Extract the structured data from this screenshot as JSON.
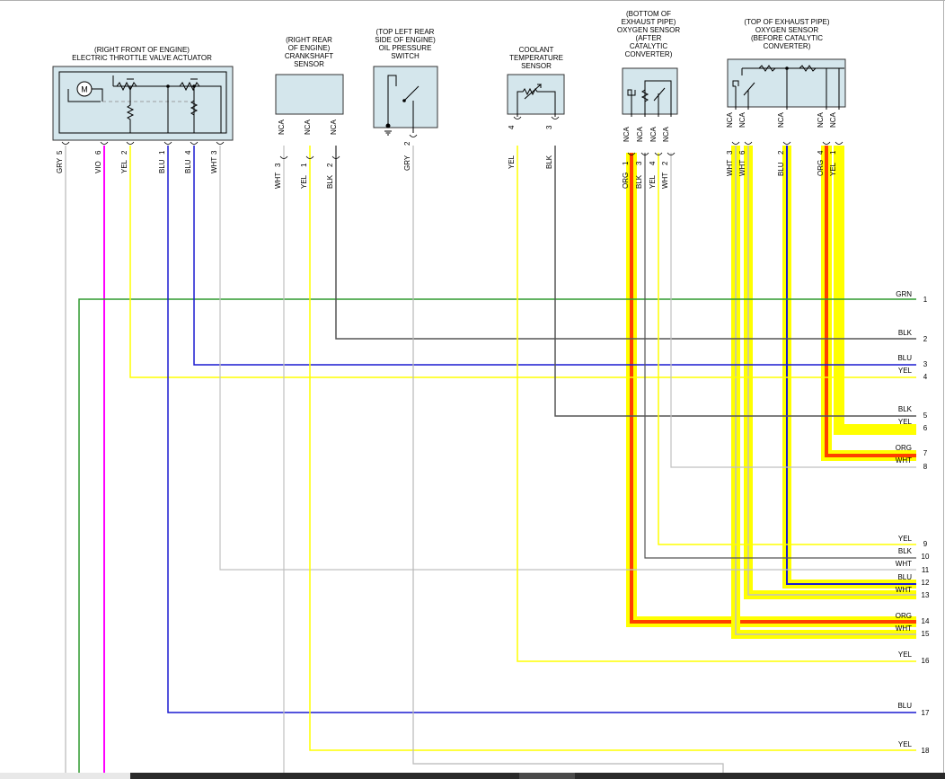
{
  "components": {
    "throttle": {
      "title": [
        "(RIGHT FRONT OF ENGINE)",
        "ELECTRIC THROTTLE VALVE ACTUATOR"
      ],
      "motor_symbol": "M"
    },
    "crank": {
      "title": [
        "(RIGHT REAR",
        "OF ENGINE)",
        "CRANKSHAFT",
        "SENSOR"
      ]
    },
    "oil": {
      "title": [
        "(TOP LEFT REAR",
        "SIDE OF ENGINE)",
        "OIL PRESSURE",
        "SWITCH"
      ]
    },
    "coolant": {
      "title": [
        "COOLANT",
        "TEMPERATURE",
        "SENSOR"
      ]
    },
    "o2_after": {
      "title": [
        "(BOTTOM OF",
        "EXHAUST PIPE)",
        "OXYGEN SENSOR",
        "(AFTER",
        "CATALYTIC",
        "CONVERTER)"
      ]
    },
    "o2_before": {
      "title": [
        "(TOP OF EXHAUST PIPE)",
        "OXYGEN SENSOR",
        "(BEFORE CATALYTIC",
        "CONVERTER)"
      ]
    }
  },
  "nca_label": "NCA",
  "pins": [
    {
      "num": "5",
      "color": "GRY"
    },
    {
      "num": "6",
      "color": "VIO"
    },
    {
      "num": "2",
      "color": "YEL"
    },
    {
      "num": "1",
      "color": "BLU"
    },
    {
      "num": "4",
      "color": "BLU"
    },
    {
      "num": "3",
      "color": "WHT"
    },
    {
      "num": "3",
      "color": "WHT"
    },
    {
      "num": "1",
      "color": "YEL"
    },
    {
      "num": "2",
      "color": "BLK"
    },
    {
      "num": "2",
      "color": "GRY"
    },
    {
      "num": "4",
      "color": "YEL"
    },
    {
      "num": "3",
      "color": "BLK"
    },
    {
      "num": "1",
      "color": "ORG"
    },
    {
      "num": "3",
      "color": "BLK"
    },
    {
      "num": "4",
      "color": "YEL"
    },
    {
      "num": "2",
      "color": "WHT"
    },
    {
      "num": "3",
      "color": "WHT"
    },
    {
      "num": "6",
      "color": "WHT"
    },
    {
      "num": "2",
      "color": "BLU"
    },
    {
      "num": "4",
      "color": "ORG"
    },
    {
      "num": "1",
      "color": "YEL"
    }
  ],
  "connector_pins": [
    {
      "num": "1",
      "color": "GRN"
    },
    {
      "num": "2",
      "color": "BLK"
    },
    {
      "num": "3",
      "color": "BLU"
    },
    {
      "num": "4",
      "color": "YEL"
    },
    {
      "num": "5",
      "color": "BLK"
    },
    {
      "num": "6",
      "color": "YEL"
    },
    {
      "num": "7",
      "color": "ORG"
    },
    {
      "num": "8",
      "color": "WHT"
    },
    {
      "num": "9",
      "color": "YEL"
    },
    {
      "num": "10",
      "color": "BLK"
    },
    {
      "num": "11",
      "color": "WHT"
    },
    {
      "num": "12",
      "color": "BLU"
    },
    {
      "num": "13",
      "color": "WHT"
    },
    {
      "num": "14",
      "color": "ORG"
    },
    {
      "num": "15",
      "color": "WHT"
    },
    {
      "num": "16",
      "color": "YEL"
    },
    {
      "num": "17",
      "color": "BLU"
    },
    {
      "num": "18",
      "color": "YEL"
    }
  ],
  "colors": {
    "GRN": "#2e9a2e",
    "BLK": "#555555",
    "BLU": "#1a1ad0",
    "YEL": "#ffff00",
    "ORG": "#ff4000",
    "WHT": "#c0c0c0",
    "GRY": "#b8b8b8",
    "VIO": "#ff00ff",
    "highlight": "#ffff00",
    "component_fill": "#d4e6ec"
  }
}
